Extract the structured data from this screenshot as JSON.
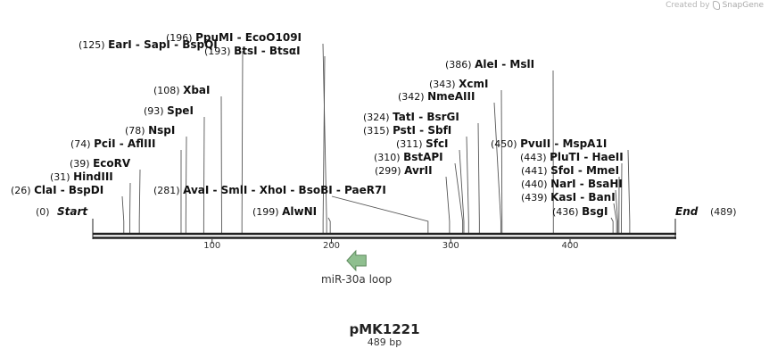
{
  "credit": {
    "prefix": "Created by",
    "brand": "SnapGene"
  },
  "plasmid": {
    "name": "pMK1221",
    "length_label": "489 bp",
    "length": 489
  },
  "ends": {
    "start_pos": "(0)",
    "start_label": "Start",
    "end_label": "End",
    "end_pos": "(489)"
  },
  "ticks": [
    100,
    200,
    300,
    400
  ],
  "features": [
    {
      "label": "miR-30a loop",
      "start": 213,
      "end": 229,
      "direction": "reverse",
      "color": "#8fbf8f"
    }
  ],
  "sites": [
    {
      "pos": "(196)",
      "names": "PpuMI  - EcoO109I",
      "site": 196
    },
    {
      "pos": "(193)",
      "names": "BtsI  - BtsαI",
      "site": 193
    },
    {
      "pos": "(125)",
      "names": "EarI  - SapI  - BspQI",
      "site": 125
    },
    {
      "pos": "(108)",
      "names": "XbaI",
      "site": 108
    },
    {
      "pos": "(93)",
      "names": "SpeI",
      "site": 93
    },
    {
      "pos": "(78)",
      "names": "NspI",
      "site": 78
    },
    {
      "pos": "(74)",
      "names": "PciI  - AflIII",
      "site": 74
    },
    {
      "pos": "(39)",
      "names": "EcoRV",
      "site": 39
    },
    {
      "pos": "(31)",
      "names": "HindIII",
      "site": 31
    },
    {
      "pos": "(26)",
      "names": "ClaI  - BspDI",
      "site": 26
    },
    {
      "pos": "(281)",
      "names": "AvaI  - SmlI  - XhoI  - BsoBI  - PaeR7I",
      "site": 281
    },
    {
      "pos": "(199)",
      "names": "AlwNI",
      "site": 199
    },
    {
      "pos": "(386)",
      "names": "AleI  - MslI",
      "site": 386
    },
    {
      "pos": "(343)",
      "names": "XcmI",
      "site": 343
    },
    {
      "pos": "(342)",
      "names": "NmeAIII",
      "site": 342
    },
    {
      "pos": "(324)",
      "names": "TatI  - BsrGI",
      "site": 324
    },
    {
      "pos": "(315)",
      "names": "PstI  - SbfI",
      "site": 315
    },
    {
      "pos": "(311)",
      "names": "SfcI",
      "site": 311
    },
    {
      "pos": "(310)",
      "names": "BstAPI",
      "site": 310
    },
    {
      "pos": "(299)",
      "names": "AvrII",
      "site": 299
    },
    {
      "pos": "(450)",
      "names": "PvuII  - MspA1I",
      "site": 450
    },
    {
      "pos": "(443)",
      "names": "PluTI  - HaeII",
      "site": 443
    },
    {
      "pos": "(441)",
      "names": "SfoI  - MmeI",
      "site": 441
    },
    {
      "pos": "(440)",
      "names": "NarI  - BsaHI",
      "site": 440
    },
    {
      "pos": "(439)",
      "names": "KasI  - BanI",
      "site": 439
    },
    {
      "pos": "(436)",
      "names": "BsgI",
      "site": 436
    }
  ]
}
